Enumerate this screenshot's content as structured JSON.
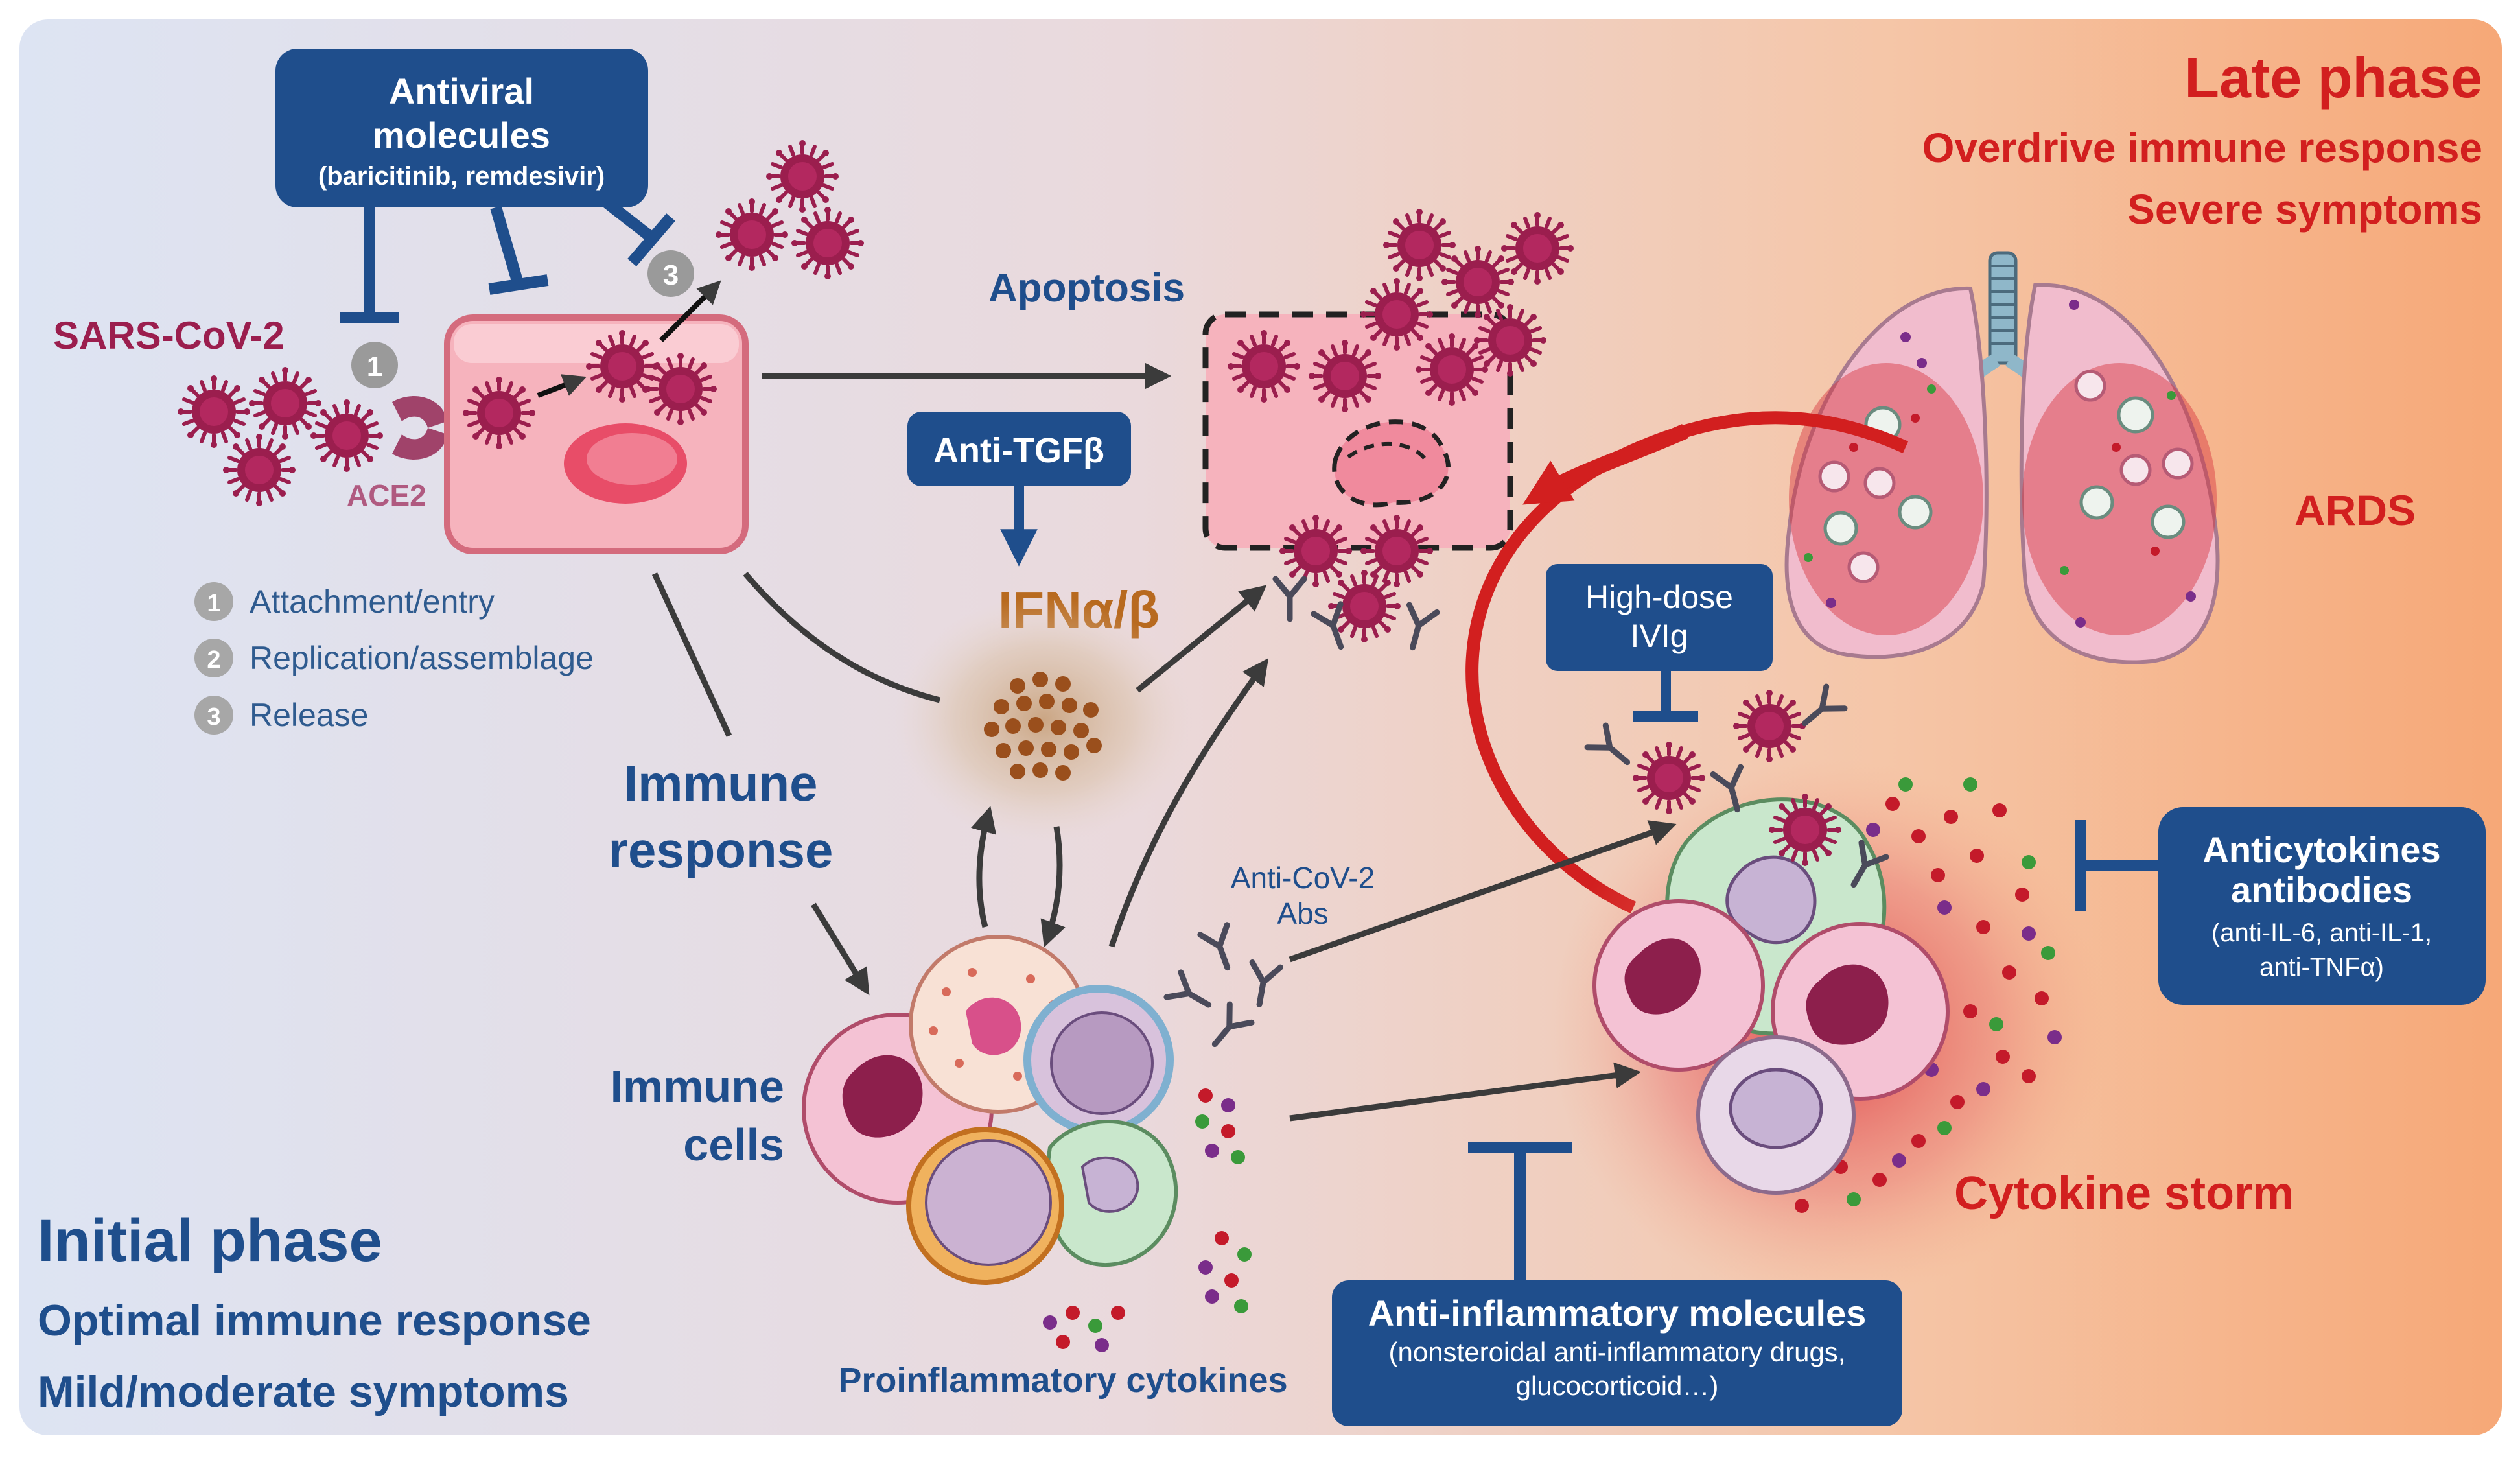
{
  "colors": {
    "bg_left": "#dde4f3",
    "bg_right": "#f6a877",
    "box_blue": "#1f4e8c",
    "virus": "#9b1e4e",
    "red_arrow": "#d21f1f",
    "arrow_dark": "#3b3b3b",
    "cell_pink": "#f7b7bd"
  },
  "labels": {
    "sars": "SARS-CoV-2",
    "ace2": "ACE2",
    "apoptosis": "Apoptosis",
    "ifn": "IFNα/β",
    "immune_response_1": "Immune",
    "immune_response_2": "response",
    "immune_cells_1": "Immune",
    "immune_cells_2": "cells",
    "anti_cov2_1": "Anti-CoV-2",
    "anti_cov2_2": "Abs",
    "proinflammatory": "Proinflammatory cytokines",
    "ards": "ARDS",
    "cytokine_storm": "Cytokine storm"
  },
  "boxes": {
    "antiviral": {
      "line1": "Antiviral",
      "line2": "molecules",
      "sub": "(baricitinib, remdesivir)"
    },
    "anti_tgf": {
      "label": "Anti-TGFβ"
    },
    "ivig": {
      "line1": "High-dose",
      "line2": "IVIg"
    },
    "anticytokines": {
      "line1": "Anticytokines",
      "line2": "antibodies",
      "sub1": "(anti-IL-6, anti-IL-1,",
      "sub2": "anti-TNFα)"
    },
    "anti_inflammatory": {
      "line1": "Anti-inflammatory molecules",
      "sub1": "(nonsteroidal anti-inflammatory drugs,",
      "sub2": "glucocorticoid…)"
    }
  },
  "steps": [
    {
      "num": "1",
      "label": "Attachment/entry"
    },
    {
      "num": "2",
      "label": "Replication/assemblage"
    },
    {
      "num": "3",
      "label": "Release"
    }
  ],
  "phases": {
    "initial": {
      "title": "Initial phase",
      "line1": "Optimal immune response",
      "line2": "Mild/moderate symptoms"
    },
    "late": {
      "title": "Late phase",
      "line1": "Overdrive immune response",
      "line2": "Severe symptoms"
    }
  },
  "icons": [
    "virus-icon",
    "ace2-receptor-icon",
    "epithelial-cell-icon",
    "apoptotic-cell-icon",
    "lungs-icon",
    "antibody-icon",
    "immune-cell-cluster-icon",
    "cytokine-dots-icon",
    "inhibition-bar-icon",
    "arrow-icon"
  ]
}
